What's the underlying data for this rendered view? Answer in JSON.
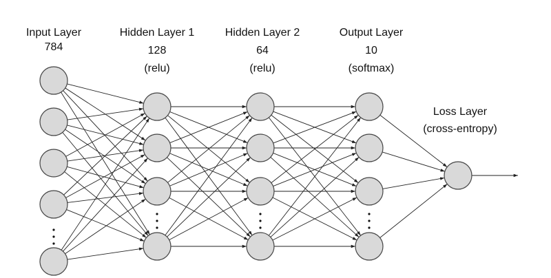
{
  "layers": [
    {
      "id": "input",
      "title": "Input Layer",
      "units": "784",
      "activation": ""
    },
    {
      "id": "hidden1",
      "title": "Hidden Layer 1",
      "units": "128",
      "activation": "(relu)"
    },
    {
      "id": "hidden2",
      "title": "Hidden Layer 2",
      "units": "64",
      "activation": "(relu)"
    },
    {
      "id": "output",
      "title": "Output Layer",
      "units": "10",
      "activation": "(softmax)"
    }
  ],
  "loss": {
    "title": "Loss Layer",
    "detail": "(cross-entropy)"
  },
  "colors": {
    "node_fill": "#d9d9d9",
    "node_stroke": "#444444",
    "edge": "#222222",
    "text": "#111111"
  }
}
